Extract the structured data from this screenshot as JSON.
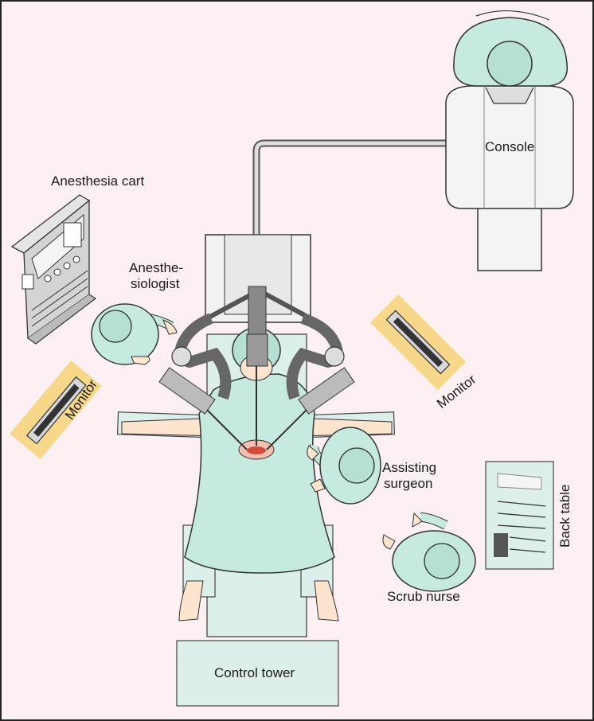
{
  "labels": {
    "console": "Console",
    "anesthesia_cart": "Anesthesia cart",
    "anesthesiologist_line1": "Anesthe-",
    "anesthesiologist_line2": "siologist",
    "monitor_left": "Monitor",
    "monitor_right": "Monitor",
    "assisting_surgeon_line1": "Assisting",
    "assisting_surgeon_line2": "surgeon",
    "back_table": "Back table",
    "scrub_nurse": "Scrub nurse",
    "control_tower": "Control tower"
  },
  "colors": {
    "background": "#fdf0f3",
    "gown": "#c6eadf",
    "cap": "#b5e0d3",
    "skin": "#fde4cf",
    "equipment": "#f0f0f0",
    "robot_arm": "#666666",
    "monitor_halo": "#f7d88a",
    "incision": "#d24b3c",
    "control_tower": "#dcefea",
    "border": "#222222"
  }
}
